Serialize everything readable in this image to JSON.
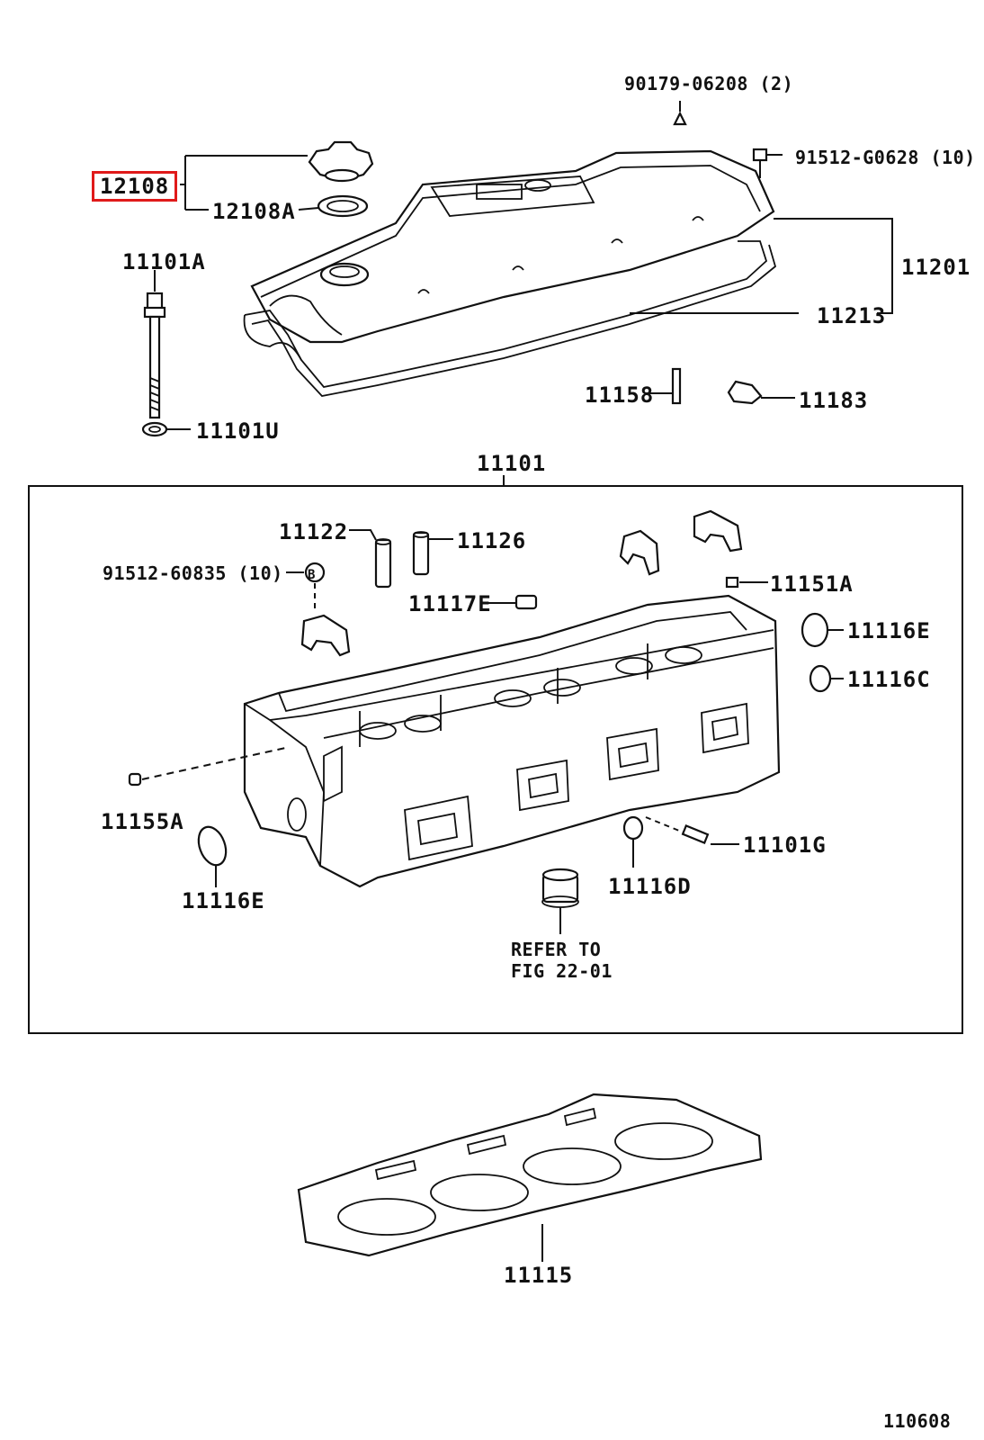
{
  "diagram": {
    "figure_number": "110608",
    "highlight_color": "#e01a1a",
    "box_label": "11101",
    "labels": {
      "p90179": "90179-06208 (2)",
      "p91512g": "91512-G0628 (10)",
      "p12108": "12108",
      "p12108a": "12108A",
      "p11201": "11201",
      "p11213": "11213",
      "p11101a": "11101A",
      "p11101u": "11101U",
      "p11158": "11158",
      "p11183": "11183",
      "p11122": "11122",
      "p11126": "11126",
      "p91512_60835": "91512-60835 (10)",
      "pB": "B",
      "p11117e": "11117E",
      "p11151a": "11151A",
      "p11116e_r": "11116E",
      "p11116c": "11116C",
      "p11155a": "11155A",
      "p11116e_l": "11116E",
      "p11101g": "11101G",
      "p11116d": "11116D",
      "refer1": "REFER TO",
      "refer2": "FIG 22-01",
      "p11115": "11115"
    }
  }
}
